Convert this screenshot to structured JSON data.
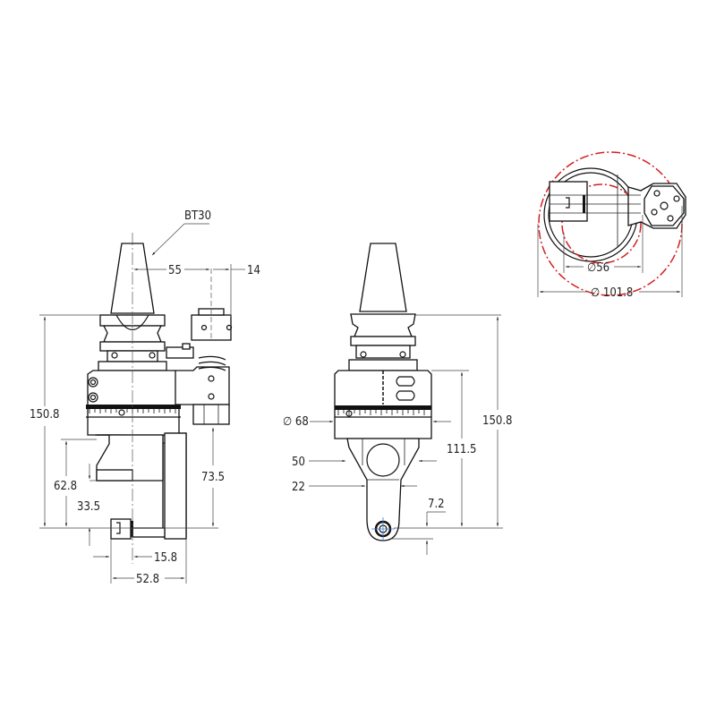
{
  "drawing": {
    "title": "Angle head technical drawing",
    "accent_color": "#d42020",
    "views": {
      "side": {
        "taper_label": "BT30",
        "dims": {
          "offset_55": "55",
          "offset_14": "14",
          "height_total": "150.8",
          "height_62_8": "62.8",
          "height_33_5": "33.5",
          "height_73_5": "73.5",
          "width_15_8": "15.8",
          "width_52_8": "52.8"
        }
      },
      "front": {
        "dims": {
          "dia_68": "∅ 68",
          "width_50": "50",
          "width_22": "22",
          "height_111_5": "111.5",
          "height_150_8": "150.8",
          "offset_7_2": "7.2"
        }
      },
      "top": {
        "dims": {
          "dia_56": "∅56",
          "dia_101_8": "∅ 101.8"
        }
      }
    }
  }
}
